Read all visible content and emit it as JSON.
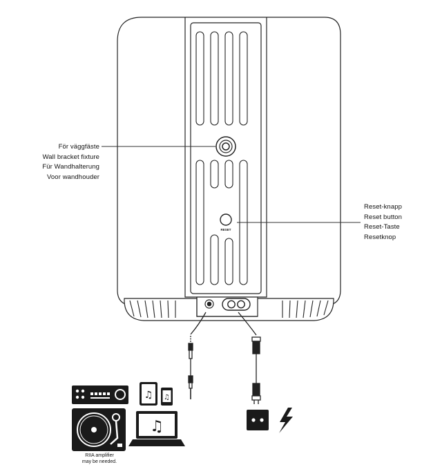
{
  "wall_bracket": {
    "lines": [
      "För väggfäste",
      "Wall bracket fixture",
      "Für Wandhalterung",
      "Voor wandhouder"
    ]
  },
  "reset": {
    "lines": [
      "Reset-knapp",
      "Reset button",
      "Reset-Taste",
      "Resetknop"
    ],
    "button_label": "RESET"
  },
  "sources_note": {
    "lines": [
      "RIIA amplifier",
      "may be needed."
    ]
  },
  "colors": {
    "ink": "#111111",
    "line": "#333333",
    "background": "#ffffff"
  }
}
